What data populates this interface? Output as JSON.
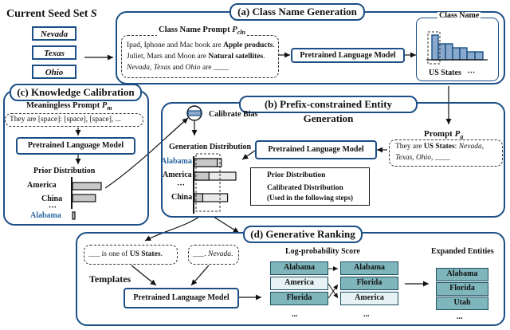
{
  "seed": {
    "title": "Current Seed Set ",
    "title_symbol": "S",
    "items": [
      "Nevada",
      "Texas",
      "Ohio"
    ]
  },
  "class_name_generation": {
    "tab": "(a) Class Name Generation",
    "prompt_title": "Class Name Prompt ",
    "prompt_symbol": "P",
    "prompt_sub": "cln",
    "line1_pre": "Ipad, Iphone and Mac book are ",
    "line1_bold": "Apple products",
    "line1_end": ".",
    "line2_pre": "Juliet, Mars and Moon are ",
    "line2_bold": "Natural satellites",
    "line2_end": ".",
    "line3_italic": "Nevada, Texas",
    "line3_mid": " and ",
    "line3_italic2": "Ohio",
    "line3_end": " are ____",
    "plm": "Pretrained Language Model",
    "class_name_label": "Class Name",
    "class_caption": "US States",
    "class_caption_more": "···"
  },
  "knowledge_calibration": {
    "tab": "(c) Knowledge Calibration",
    "prompt_title": "Meaningless Prompt ",
    "prompt_symbol": "P",
    "prompt_sub": "m",
    "prompt_text": "They are [space]: [space], [space], ...",
    "plm": "Pretrained Language Model",
    "prior_title": "Prior Distribution",
    "prior_labels": [
      "America",
      "China",
      "···",
      "Alabama"
    ],
    "prior_values": [
      1.0,
      0.8,
      0.05
    ]
  },
  "prefix_generation": {
    "tab": "(b) Prefix-constrained Entity Generation",
    "calibrate": "Calibrate Bias",
    "gen_title": "Generation Distribution",
    "gen_labels": [
      "Alabama",
      "America",
      "···",
      "China"
    ],
    "gen_prior": [
      0.65,
      1.0,
      0.8
    ],
    "gen_calibrated": [
      0.55,
      0.35,
      0.2
    ],
    "plm": "Pretrained Language Model",
    "prompt_title": "Prompt ",
    "prompt_symbol": "P",
    "prompt_sub": "g",
    "prompt_pre": "They are ",
    "prompt_bold": "US States",
    "prompt_colon": ": ",
    "prompt_items": "Nevada",
    "prompt_line2_italic": "Texas",
    "prompt_line2_mid": ", ",
    "prompt_line2_italic2": "Ohio",
    "prompt_line2_end": ", ____",
    "legend_prior": "Prior Distribution",
    "legend_calibrated": "Calibrated Distribution",
    "legend_note": "(Used in the following steps)"
  },
  "generative_ranking": {
    "tab": "(d) Generative Ranking",
    "template1_pre": "___ is one of ",
    "template1_bold": "US States",
    "template1_end": ".",
    "template2_pre": "___. ",
    "template2_italic": "Nevada",
    "template2_end": ".",
    "templates_label": "Templates",
    "plm": "Pretrained Language Model",
    "score_title": "Log-probability Score",
    "score_left": [
      "Alabama",
      "America",
      "Florida",
      "..."
    ],
    "score_right": [
      "Alabama",
      "Florida",
      "America",
      "..."
    ],
    "expanded_title": "Expanded Entities",
    "expanded": [
      "Alabama",
      "Florida",
      "Utah",
      "..."
    ],
    "colors": {
      "teal": "#7fb6bc",
      "light": "#e6f2f3"
    }
  }
}
